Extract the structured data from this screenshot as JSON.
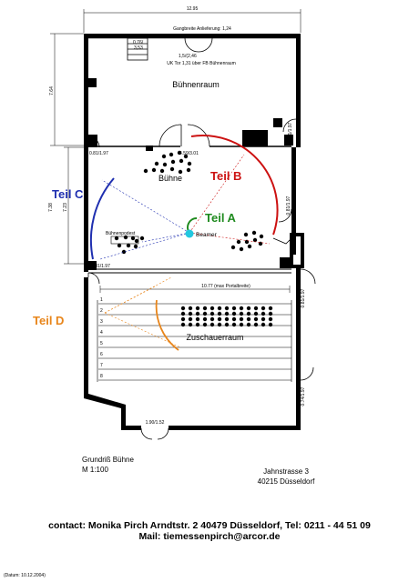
{
  "dimensions": {
    "overall_width": "12.95",
    "gangbreite": "Gangbreite Anlieferung: 1,24",
    "stair_a": "0,76/",
    "stair_b": "3,53",
    "door_top": "1,5/(2,46",
    "uk_tor": "UK Tor 1,31 über FB Bühnenraum",
    "left_stage_height": "7.64",
    "left_upper_1": "7.38",
    "left_upper_2": "7.23",
    "door_left_upper": "0.81/1.97",
    "door_right_upper": "0.81/1.97",
    "door_center": "4.59/3.01",
    "door_right_mid": "0.81/1.97",
    "door_left_lower": "0.81/1.97",
    "portal_width": "10.77 (max Portalbreite)",
    "door_right_lower": "0.81/1.97",
    "door_right_bottom": "0.74/1.97",
    "door_bottom": "1.90/1.52"
  },
  "rooms": {
    "buehnenraum": "Bühnenraum",
    "buehne": "Bühne",
    "zuschauerraum": "Zuschauerraum",
    "beamer": "Beamer",
    "buehnenpodest": "Bühnenpodest"
  },
  "teile": {
    "a": "Teil A",
    "b": "Teil B",
    "c": "Teil C",
    "d": "Teil D"
  },
  "row_numbers": [
    "1",
    "2",
    "3",
    "4",
    "5",
    "6",
    "7",
    "8"
  ],
  "legend": {
    "title": "Grundriß Bühne",
    "scale": "M 1:100",
    "street": "Jahnstrasse 3",
    "city": "40215 Düsseldorf"
  },
  "contact": {
    "line1": "contact: Monika Pirch Arndtstr. 2 40479 Düsseldorf, Tel: 0211 - 44 51 09",
    "line2": "Mail: tiemessenpirch@arcor.de"
  },
  "datum": "(Datum: 10.12.2004)",
  "colors": {
    "teil_a": "#1e8a1e",
    "teil_b": "#cc1111",
    "teil_c": "#1f2fb0",
    "teil_d": "#e8851a",
    "beamer": "#22c8e0"
  }
}
